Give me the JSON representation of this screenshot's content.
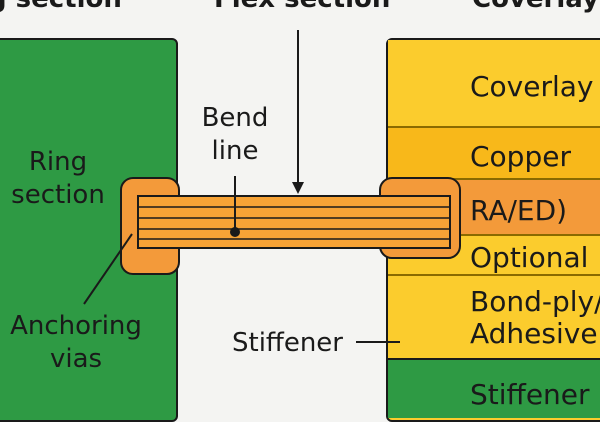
{
  "headers": {
    "left": "g section",
    "middle": "Flex section",
    "right": "Coverlay"
  },
  "rigid": {
    "ring_label": "Ring\nsection",
    "anchoring_label": "Anchoring\nvias"
  },
  "flex": {
    "bend_label": "Bend\nline",
    "stiffener_label": "Stiffener"
  },
  "stackup": [
    {
      "label": "Coverlay",
      "color": "#fbcc2d"
    },
    {
      "label": "Copper",
      "color": "#f8b81a"
    },
    {
      "label": "RA/ED)",
      "color": "#f39a3a"
    },
    {
      "label": "Optional",
      "color": "#fbcc2d"
    },
    {
      "label": "Bond-ply/\nAdhesivel",
      "color": "#fbcc2d"
    },
    {
      "label": "Stiffener",
      "color": "#2e9a44"
    }
  ],
  "colors": {
    "rigid_green": "#2e9a44",
    "flex_orange": "#f7a336",
    "tab_orange": "#f39a3a",
    "outline": "#1a1a1a"
  }
}
